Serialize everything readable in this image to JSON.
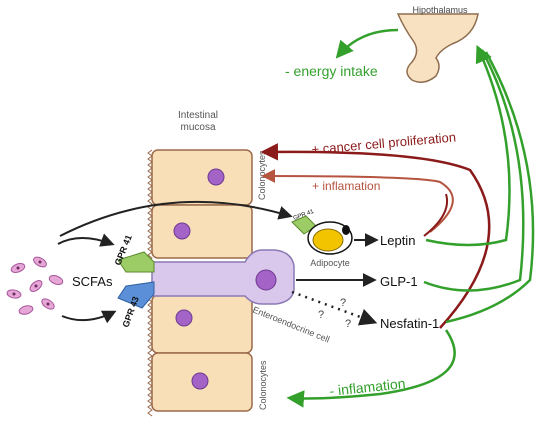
{
  "labels": {
    "hypothalamus": "Hipothalamus",
    "energy_intake": "- energy intake",
    "intestinal_mucosa_1": "Intestinal",
    "intestinal_mucosa_2": "mucosa",
    "colonocytes_top": "Colonocytes",
    "colonocytes_bottom": "Colonocytes",
    "cancer_proliferation": "+ cancer cell proliferation",
    "inflamation_plus": "+ inflamation",
    "inflamation_minus": "- inflamation",
    "gpr41_small": "GPR 41",
    "adipocyte": "Adipocyte",
    "leptin": "Leptin",
    "scfas": "SCFAs",
    "gpr41_receptor": "GPR 41",
    "gpr43_receptor": "GPR 43",
    "glp1": "GLP-1",
    "nesfatin": "Nesfatin-1",
    "enteroendocrine": "Enteroendocrine cell",
    "unknown_1": "?",
    "unknown_2": "?",
    "unknown_3": "?"
  },
  "colors": {
    "green": "#33a02c",
    "dark_red": "#8b1a1a",
    "brown_red": "#b5543f",
    "cell_fill": "#f9dfb8",
    "cell_stroke": "#9b6a4b",
    "nucleus": "#a463c6",
    "enteroendocrine_fill": "#d9c8ec",
    "enteroendocrine_stroke": "#8b79b3",
    "hypothalamus_fill": "#f7e1c1",
    "hypothalamus_stroke": "#8f6d4f",
    "gpr41_color": "#9ccc65",
    "gpr43_color": "#5b8fd8",
    "adipocyte_fill": "#f2c400",
    "scfa_fill": "#e6a6d6",
    "scfa_stroke": "#a6569b"
  }
}
